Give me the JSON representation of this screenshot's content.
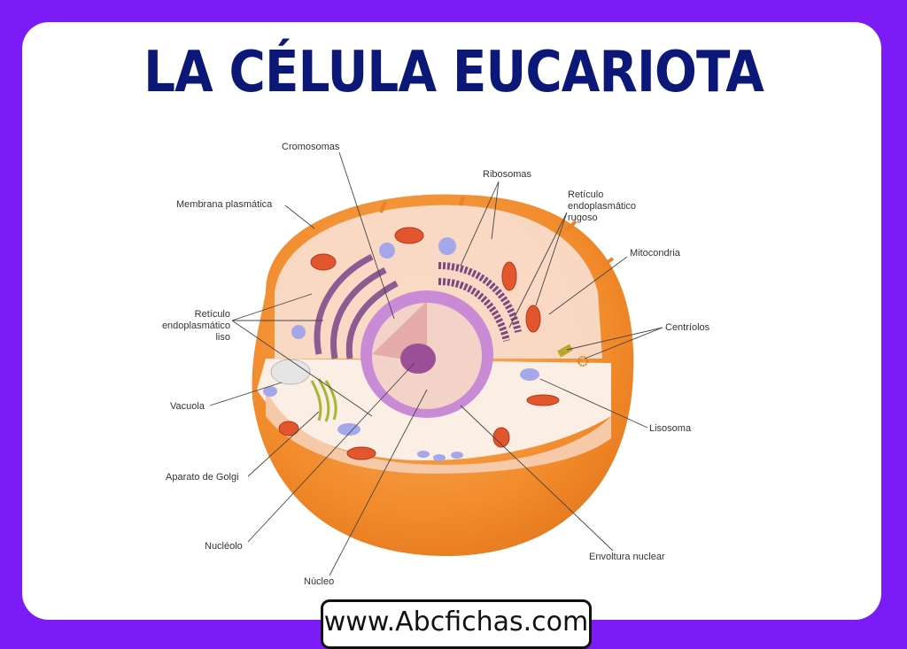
{
  "title": "LA CÉLULA EUCARIOTA",
  "footer": "www.Abcfichas.com",
  "labels": {
    "cromosomas": "Cromosomas",
    "ribosomas": "Ribosomas",
    "rer_1": "Retículo",
    "rer_2": "endoplasmático",
    "rer_3": "rugoso",
    "membrana": "Membrana plasmática",
    "mitocondria": "Mitocondria",
    "rel_1": "Retículo",
    "rel_2": "endoplasmático",
    "rel_3": "liso",
    "centriolos": "Centríolos",
    "vacuola": "Vacuola",
    "lisosoma": "Lisosoma",
    "golgi": "Aparato de Golgi",
    "nucleolo": "Nucléolo",
    "nucleo": "Núcleo",
    "envoltura": "Envoltura nuclear"
  },
  "colors": {
    "background": "#7b1cf7",
    "title": "#0c1877",
    "cell": "#f08a2c",
    "cytoplasm": "#f9dccb",
    "nucleus": "#c98bd6"
  }
}
